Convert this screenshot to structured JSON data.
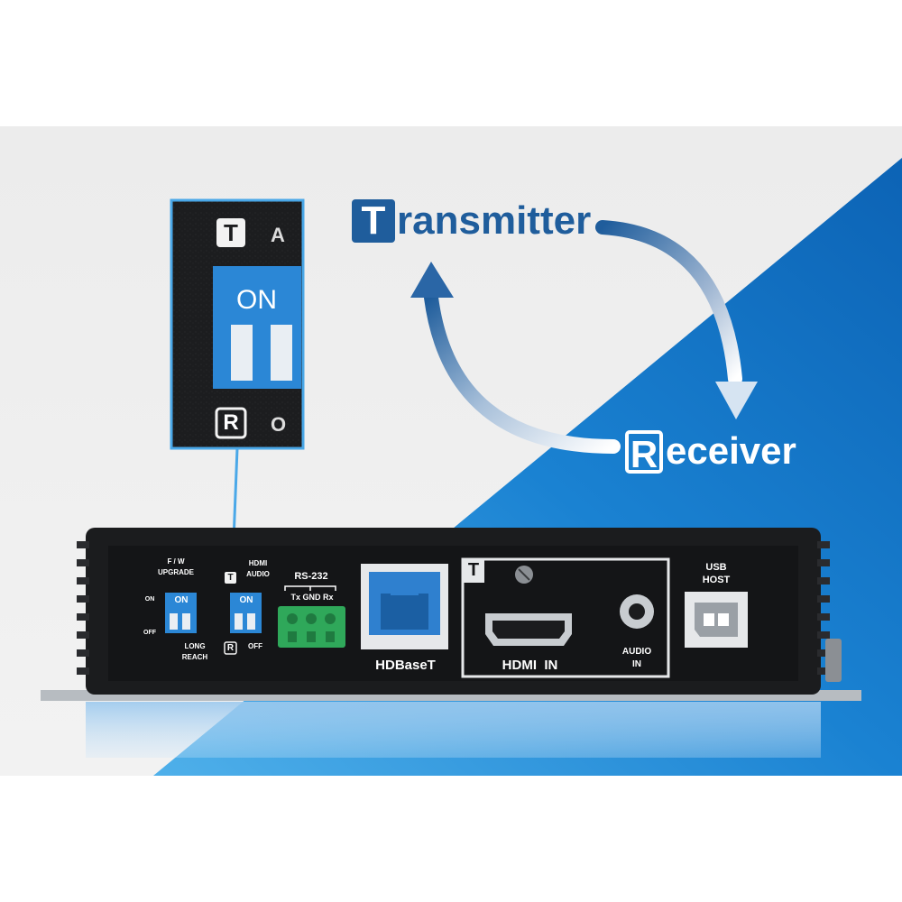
{
  "diagram": {
    "transmitter_letter": "T",
    "transmitter_rest": "ransmitter",
    "receiver_letter": "R",
    "receiver_rest": "eceiver"
  },
  "zoom": {
    "t_badge": "T",
    "r_badge": "R",
    "on": "ON",
    "label_top": "A",
    "label_bottom": "O"
  },
  "panel": {
    "fw_upgrade": [
      "F / W",
      "UPGRADE"
    ],
    "switch1_on": "ON",
    "on_label": "ON",
    "off_label": "OFF",
    "long_reach": [
      "LONG",
      "REACH"
    ],
    "hdmi_audio": [
      "HDMI",
      "AUDIO"
    ],
    "switch2_on": "ON",
    "switch2_off": "OFF",
    "t_badge": "T",
    "r_badge": "R",
    "rs232": "RS-232",
    "rs232_pins": "Tx GND Rx",
    "hdbaset": "HDBaseT",
    "hdmi_in": "HDMI  IN",
    "audio_in": [
      "AUDIO",
      "IN"
    ],
    "usb_host": [
      "USB",
      "HOST"
    ]
  },
  "colors": {
    "brand_blue": "#1f5d9c",
    "background_blue": "#1a7fd0",
    "device_black": "#1b1c1e",
    "dip_blue": "#2b87d6",
    "terminal_green": "#2fa85a"
  },
  "icons": [
    "curved-arrow-icon",
    "ethernet-port-icon",
    "hdmi-port-icon",
    "audio-jack-icon",
    "usb-b-port-icon",
    "screw-icon"
  ]
}
